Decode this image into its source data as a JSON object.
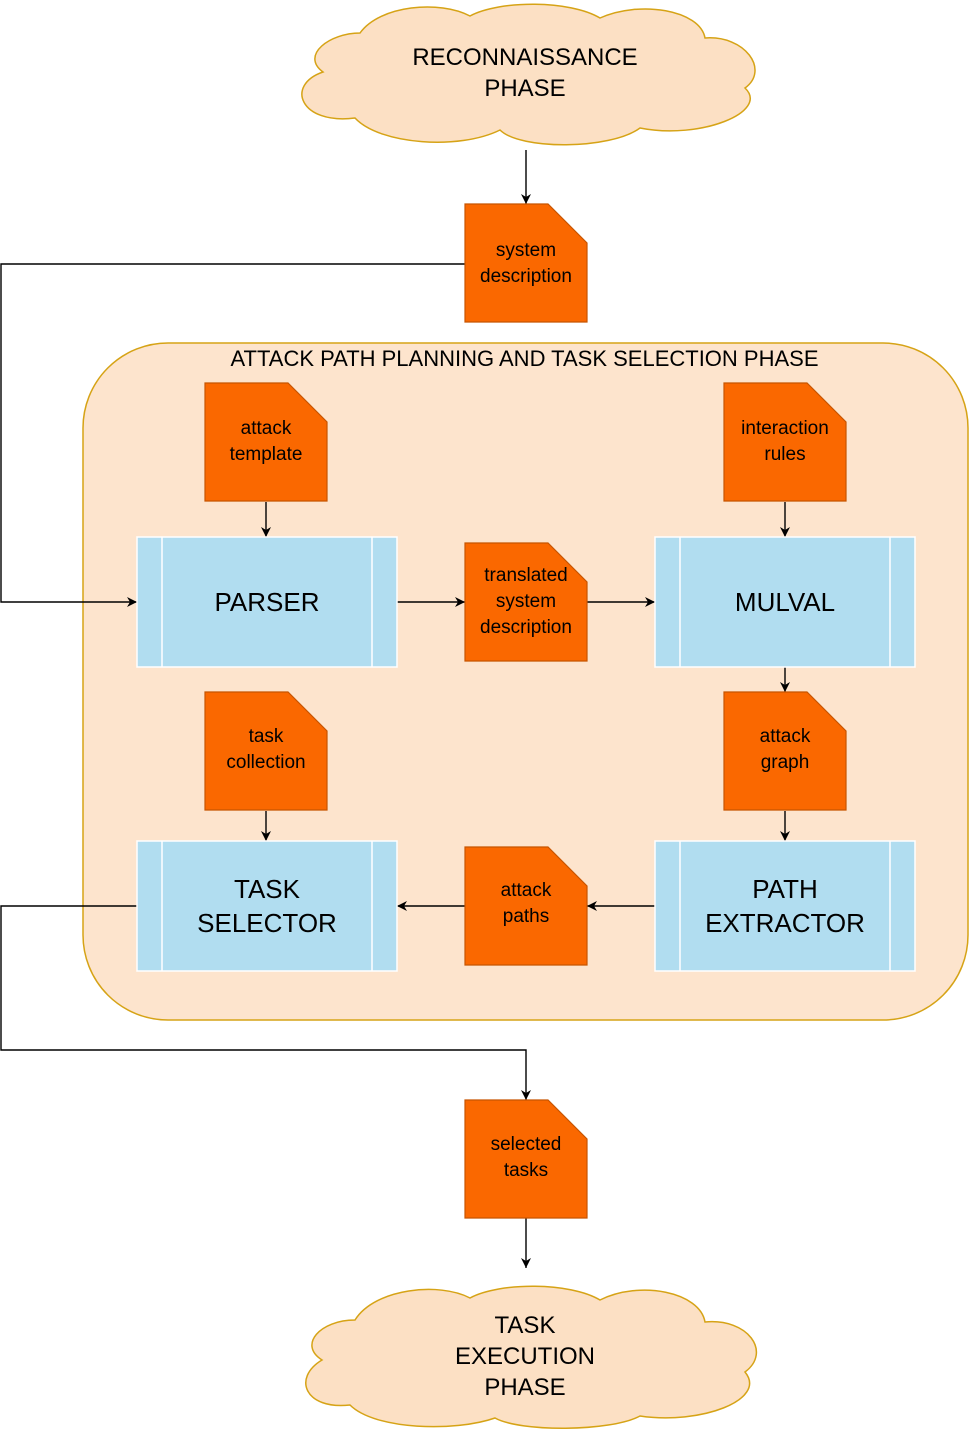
{
  "phases": {
    "reconnaissance": [
      "RECONNAISSANCE",
      "PHASE"
    ],
    "planning_title": "ATTACK PATH PLANNING AND TASK SELECTION PHASE",
    "execution": [
      "TASK",
      "EXECUTION",
      "PHASE"
    ]
  },
  "documents": {
    "system_description": [
      "system",
      "description"
    ],
    "attack_template": [
      "attack",
      "template"
    ],
    "interaction_rules": [
      "interaction",
      "rules"
    ],
    "translated_system_description": [
      "translated",
      "system",
      "description"
    ],
    "task_collection": [
      "task",
      "collection"
    ],
    "attack_graph": [
      "attack",
      "graph"
    ],
    "attack_paths": [
      "attack",
      "paths"
    ],
    "selected_tasks": [
      "selected",
      "tasks"
    ]
  },
  "processes": {
    "parser": [
      "PARSER"
    ],
    "mulval": [
      "MULVAL"
    ],
    "task_selector": [
      "TASK",
      "SELECTOR"
    ],
    "path_extractor": [
      "PATH",
      "EXTRACTOR"
    ]
  },
  "colors": {
    "cloud_fill": "#fce0c4",
    "cloud_stroke": "#d6a316",
    "phase_fill": "#fde4cd",
    "phase_stroke": "#d6a316",
    "document_fill": "#fa6800",
    "document_stroke": "#c75400",
    "process_fill": "#b1ddf0",
    "process_stroke": "#ffffff",
    "connector": "#000000"
  }
}
